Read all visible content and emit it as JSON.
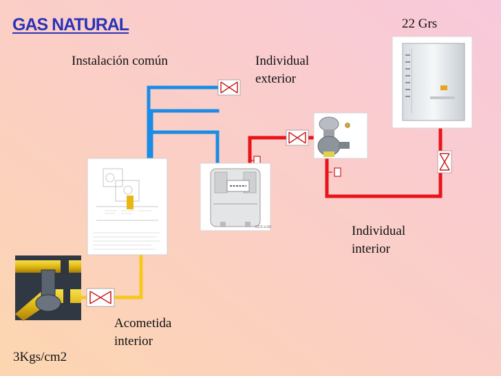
{
  "title": "GAS NATURAL",
  "labels": {
    "pressure_supply": "22 Grs",
    "common_installation": "Instalación común",
    "individual_exterior_line1": "Individual",
    "individual_exterior_line2": "exterior",
    "individual_interior_line1": "Individual",
    "individual_interior_line2": "interior",
    "acometida_line1": "Acometida",
    "acometida_line2": "interior",
    "pressure_source": "3Kgs/cm2",
    "meter_model": "G2,5 a G6"
  },
  "colors": {
    "title": "#2a33b8",
    "common_pipe": "#1a8ce6",
    "individual_pipe": "#e8141a",
    "acometida_pipe": "#f7c81c",
    "valve": "#cc2020"
  }
}
